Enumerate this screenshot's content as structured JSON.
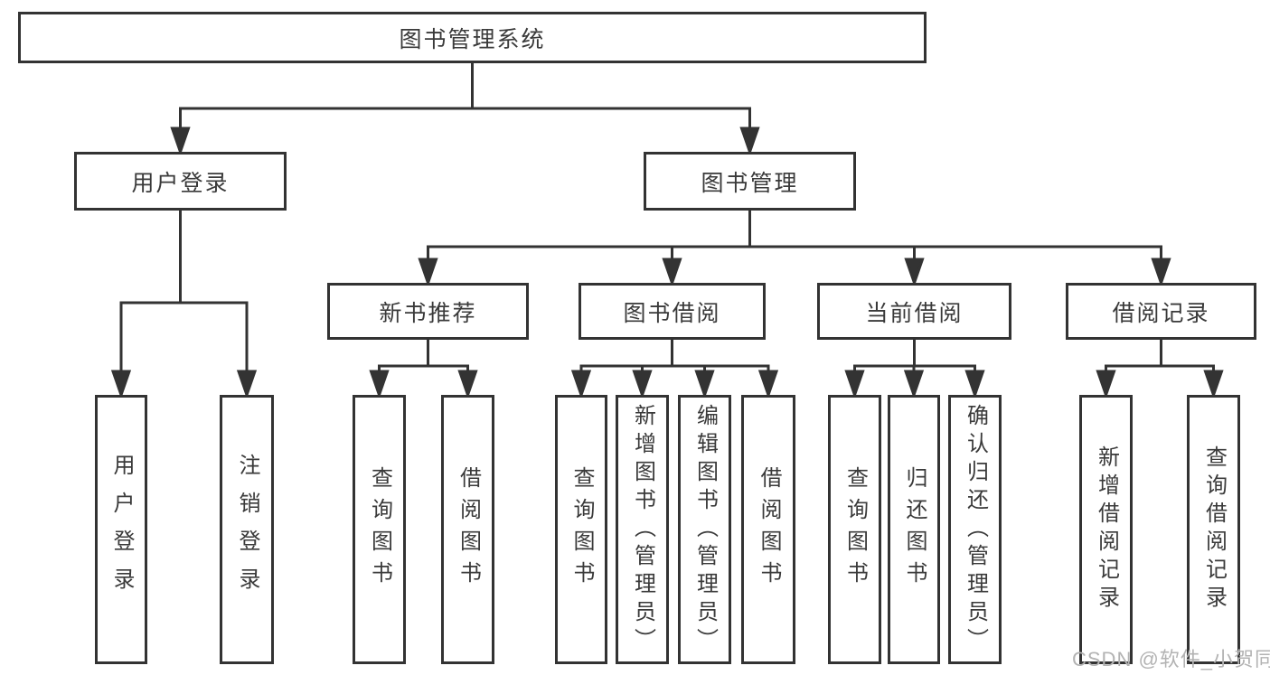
{
  "tree": {
    "root": {
      "label": "图书管理系统",
      "children": [
        {
          "label": "用户登录",
          "children": [
            {
              "label": "用户登录"
            },
            {
              "label": "注销登录"
            }
          ]
        },
        {
          "label": "图书管理",
          "children": [
            {
              "label": "新书推荐",
              "children": [
                {
                  "label": "查询图书"
                },
                {
                  "label": "借阅图书"
                }
              ]
            },
            {
              "label": "图书借阅",
              "children": [
                {
                  "label": "查询图书"
                },
                {
                  "label": "新增图书（管理员）"
                },
                {
                  "label": "编辑图书（管理员）"
                },
                {
                  "label": "借阅图书"
                }
              ]
            },
            {
              "label": "当前借阅",
              "children": [
                {
                  "label": "查询图书"
                },
                {
                  "label": "归还图书"
                },
                {
                  "label": "确认归还（管理员）"
                }
              ]
            },
            {
              "label": "借阅记录",
              "children": [
                {
                  "label": "新增借阅记录"
                },
                {
                  "label": "查询借阅记录"
                }
              ]
            }
          ]
        }
      ]
    }
  },
  "watermark": {
    "text": "CSDN @软件_小贺同学"
  },
  "colors": {
    "line": "#333333",
    "text": "#3a3a3a",
    "watermark": "#b3b3b3",
    "background": "#ffffff"
  }
}
